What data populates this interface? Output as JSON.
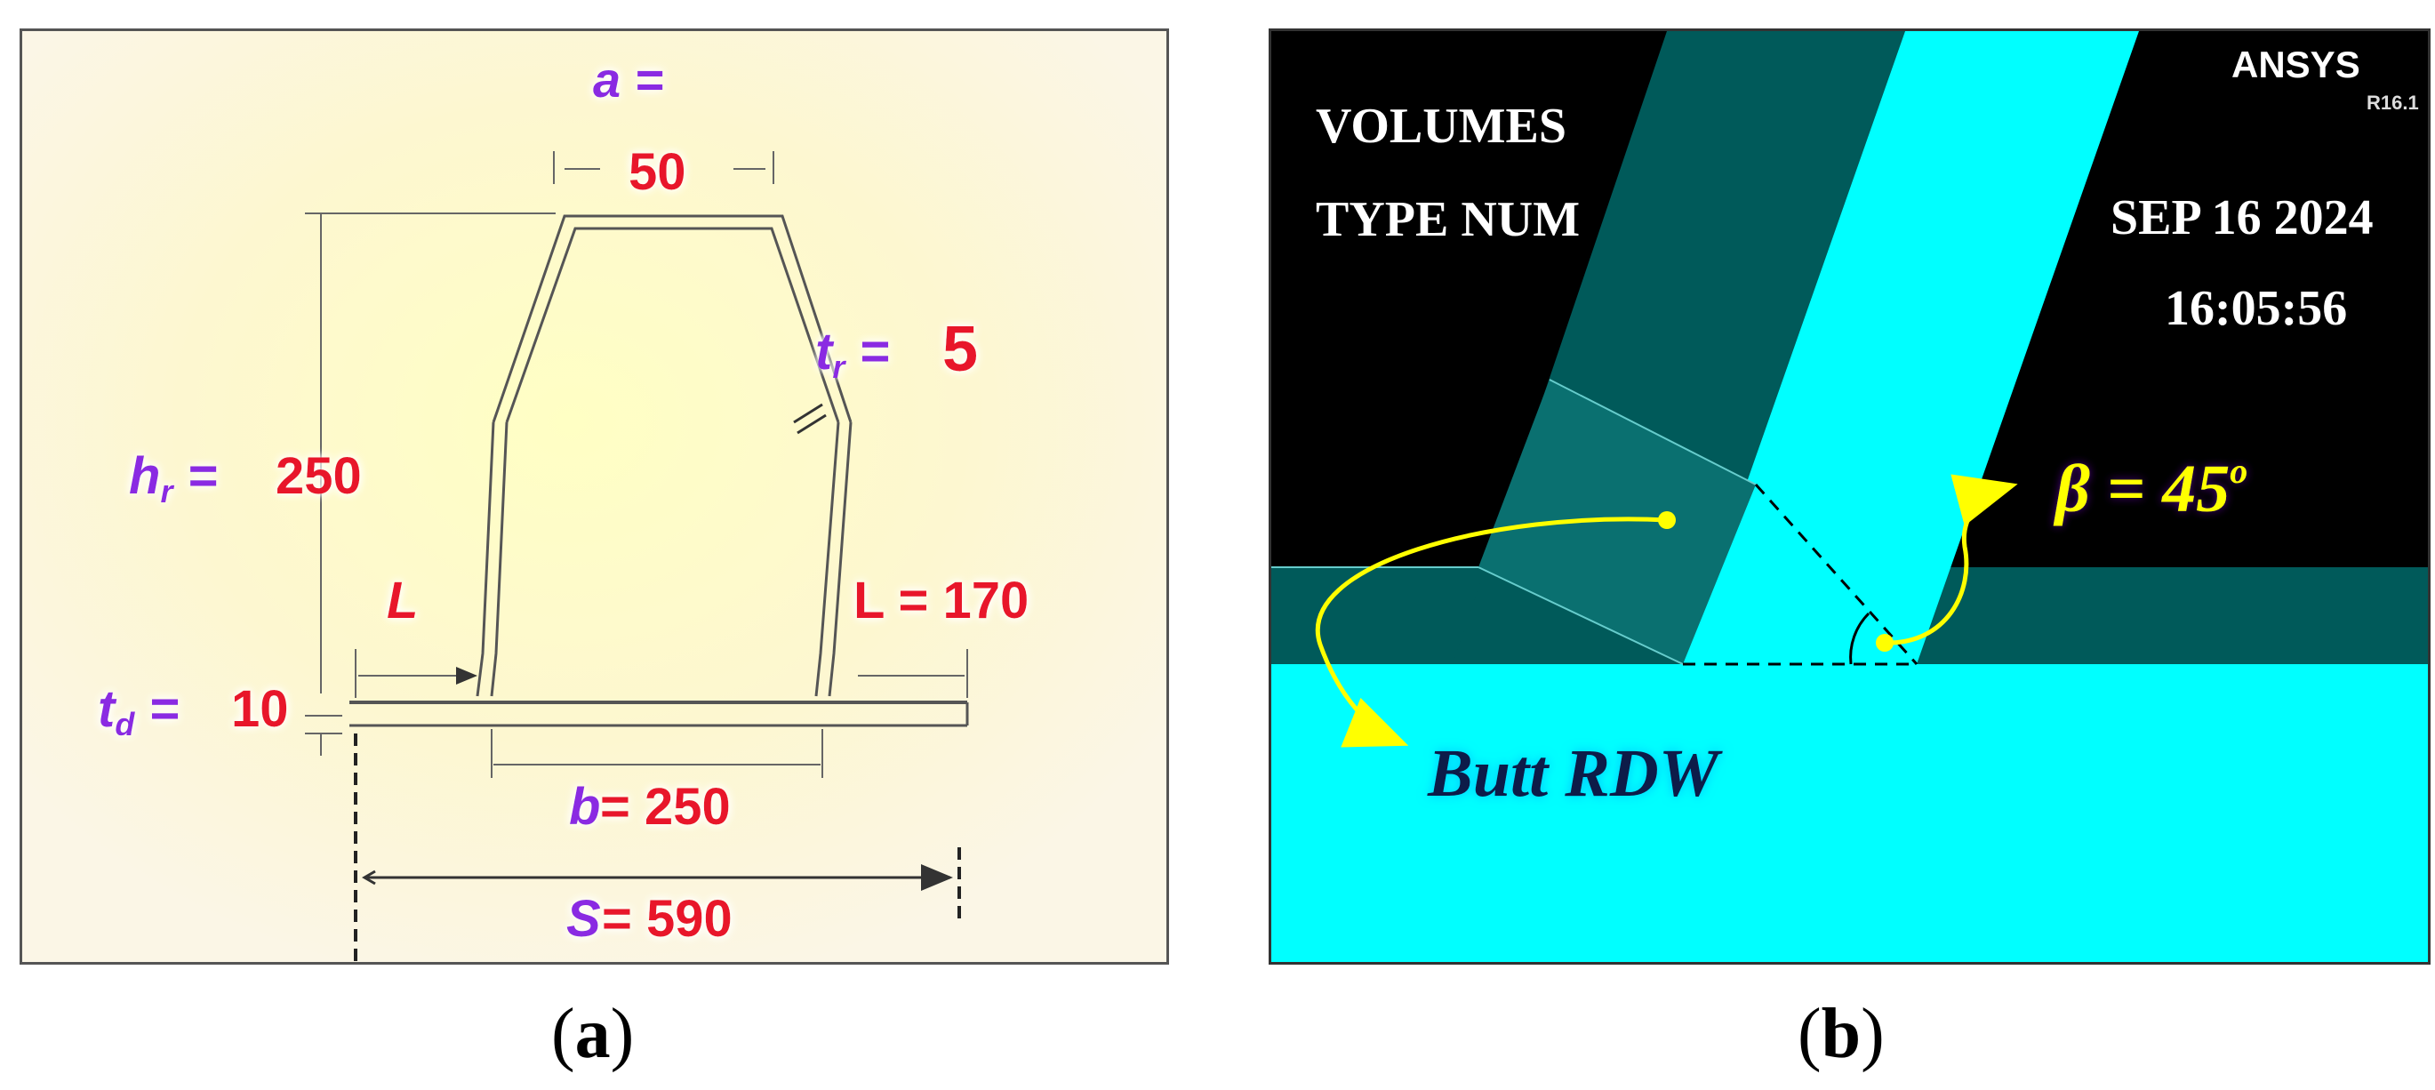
{
  "panel_a": {
    "a_label": "a =",
    "a_value": "50",
    "tr_symbol": "t",
    "tr_sub": "r",
    "tr_eq": " =",
    "tr_value": "5",
    "hr_symbol": "h",
    "hr_sub": "r",
    "hr_eq": " = ",
    "hr_value": "250",
    "l_left": "L",
    "l_right": "L = 170",
    "td_symbol": "t",
    "td_sub": "d",
    "td_eq": " = ",
    "td_value": "10",
    "b_label": "b",
    "b_value": " = 250",
    "s_label": "S",
    "s_value": " = 590",
    "caption": "a"
  },
  "panel_b": {
    "ansys": "ANSYS",
    "version": "R16.1",
    "line1": "VOLUMES",
    "line2": "TYPE NUM",
    "date": "SEP 16 2024",
    "time": "16:05:56",
    "beta": "β = 45",
    "beta_sup": "o",
    "weld_label": "Butt RDW",
    "caption": "b"
  },
  "colors": {
    "cyan": "#00ffff",
    "teal": "#005a5a",
    "red_value": "#e8192c",
    "purple_symbol": "#8a2be2",
    "yellow_arrow": "#ffff00",
    "weld_text": "#0a1a4a"
  }
}
